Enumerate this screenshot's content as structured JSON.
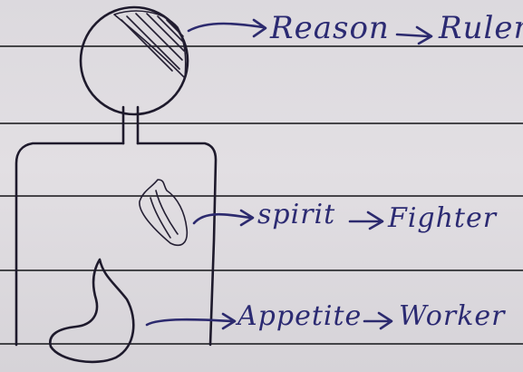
{
  "labels": {
    "head_part": "Reason",
    "head_role": "Ruler",
    "chest_part": "spirit",
    "chest_role": "Fighter",
    "belly_part": "Appetite",
    "belly_role": "Worker"
  },
  "colors": {
    "paper": "#dcd9de",
    "rule_lines": "#2a2a2e",
    "pencil_ink": "#1e1a2c",
    "pen_ink": "#2b2a72"
  }
}
